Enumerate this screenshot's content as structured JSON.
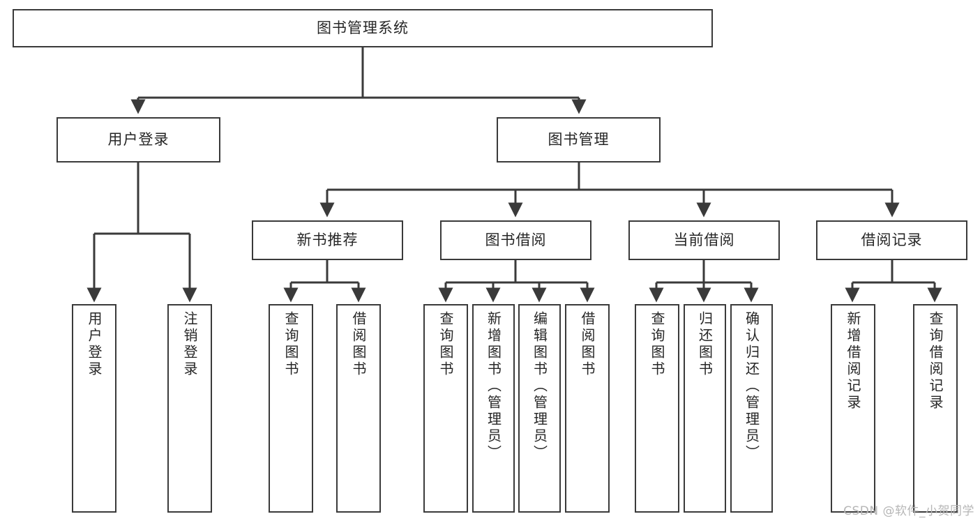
{
  "diagram": {
    "title": "图书管理系统",
    "type": "tree-hierarchy",
    "watermark": "CSDN @软件_小贺同学",
    "colors": {
      "box_border": "#3a3a3a",
      "box_fill": "#ffffff",
      "edge": "#3a3a3a",
      "text": "#262626",
      "watermark": "#b6b6b6",
      "background": "#ffffff"
    },
    "nodes": {
      "root": {
        "label": "图书管理系统"
      },
      "level2": [
        {
          "id": "user-login",
          "label": "用户登录"
        },
        {
          "id": "book-manage",
          "label": "图书管理"
        }
      ],
      "level3": [
        {
          "id": "new-book-recommend",
          "label": "新书推荐"
        },
        {
          "id": "book-borrow",
          "label": "图书借阅"
        },
        {
          "id": "current-borrow",
          "label": "当前借阅"
        },
        {
          "id": "borrow-record",
          "label": "借阅记录"
        }
      ],
      "leaves": {
        "user-login": [
          {
            "id": "leaf-user-login",
            "label": "用户登录"
          },
          {
            "id": "leaf-user-logout",
            "label": "注销登录"
          }
        ],
        "new-book-recommend": [
          {
            "id": "leaf-query-book-1",
            "label": "查询图书"
          },
          {
            "id": "leaf-borrow-book-1",
            "label": "借阅图书"
          }
        ],
        "book-borrow": [
          {
            "id": "leaf-query-book-2",
            "label": "查询图书"
          },
          {
            "id": "leaf-add-book",
            "label": "新增图书（管理员）"
          },
          {
            "id": "leaf-edit-book",
            "label": "编辑图书（管理员）"
          },
          {
            "id": "leaf-borrow-book-2",
            "label": "借阅图书"
          }
        ],
        "current-borrow": [
          {
            "id": "leaf-query-book-3",
            "label": "查询图书"
          },
          {
            "id": "leaf-return-book",
            "label": "归还图书"
          },
          {
            "id": "leaf-confirm-return",
            "label": "确认归还（管理员）"
          }
        ],
        "borrow-record": [
          {
            "id": "leaf-add-record",
            "label": "新增借阅记录"
          },
          {
            "id": "leaf-query-record",
            "label": "查询借阅记录"
          }
        ]
      }
    }
  }
}
